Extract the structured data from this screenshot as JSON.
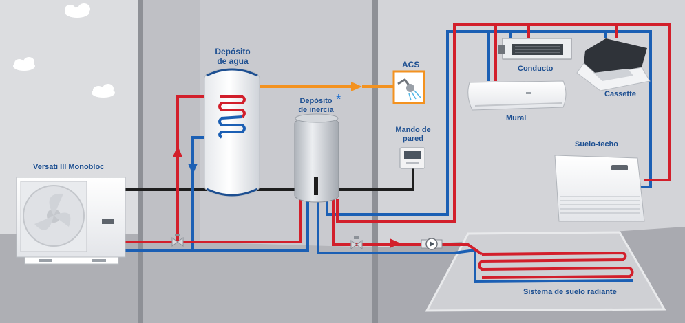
{
  "labels": {
    "heat_pump": "Versati III Monobloc",
    "water_tank": "Depósito de agua",
    "acs": "ACS",
    "buffer_tank": "Depósito de inercia",
    "buffer_asterisk": "*",
    "wall_controller": "Mando de pared",
    "duct": "Conducto",
    "cassette": "Cassette",
    "wall_unit": "Mural",
    "floor_ceiling": "Suelo-techo",
    "underfloor": "Sistema de suelo radiante"
  },
  "colors": {
    "supply": "#d21f2b",
    "return": "#1b5fb4",
    "dhw": "#f39220",
    "control": "#1e1e1e",
    "label": "#1d4f91"
  }
}
